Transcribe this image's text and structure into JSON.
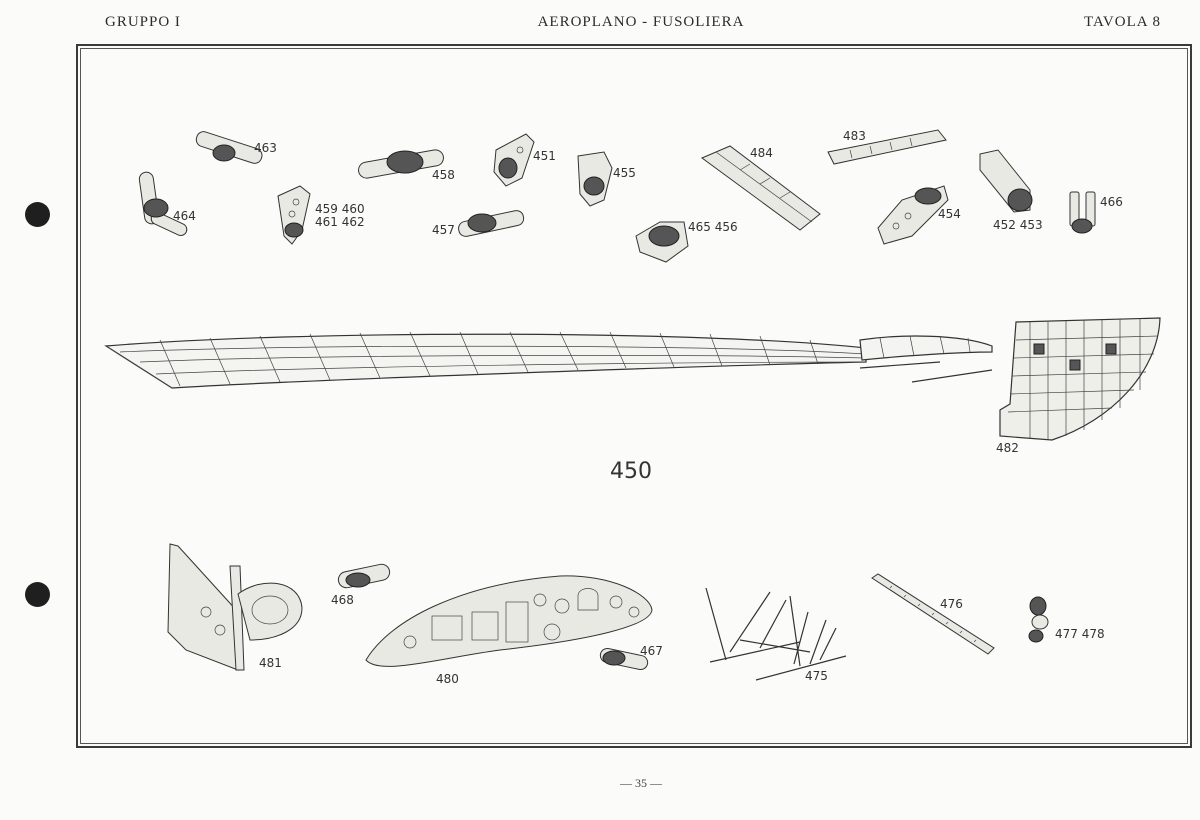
{
  "header": {
    "left": "GRUPPO I",
    "center": "AEROPLANO - FUSOLIERA",
    "right": "TAVOLA 8"
  },
  "labels": {
    "p463": "463",
    "p464": "464",
    "p459_460": "459 460",
    "p461_462": "461 462",
    "p458": "458",
    "p457": "457",
    "p451": "451",
    "p455": "455",
    "p465_456": "465 456",
    "p484": "484",
    "p483": "483",
    "p454": "454",
    "p452_453": "452 453",
    "p466": "466",
    "p450": "450",
    "p482": "482",
    "p468": "468",
    "p481": "481",
    "p480": "480",
    "p467": "467",
    "p475": "475",
    "p476": "476",
    "p477_478": "477 478"
  },
  "footer": {
    "page": "— 35 —"
  }
}
